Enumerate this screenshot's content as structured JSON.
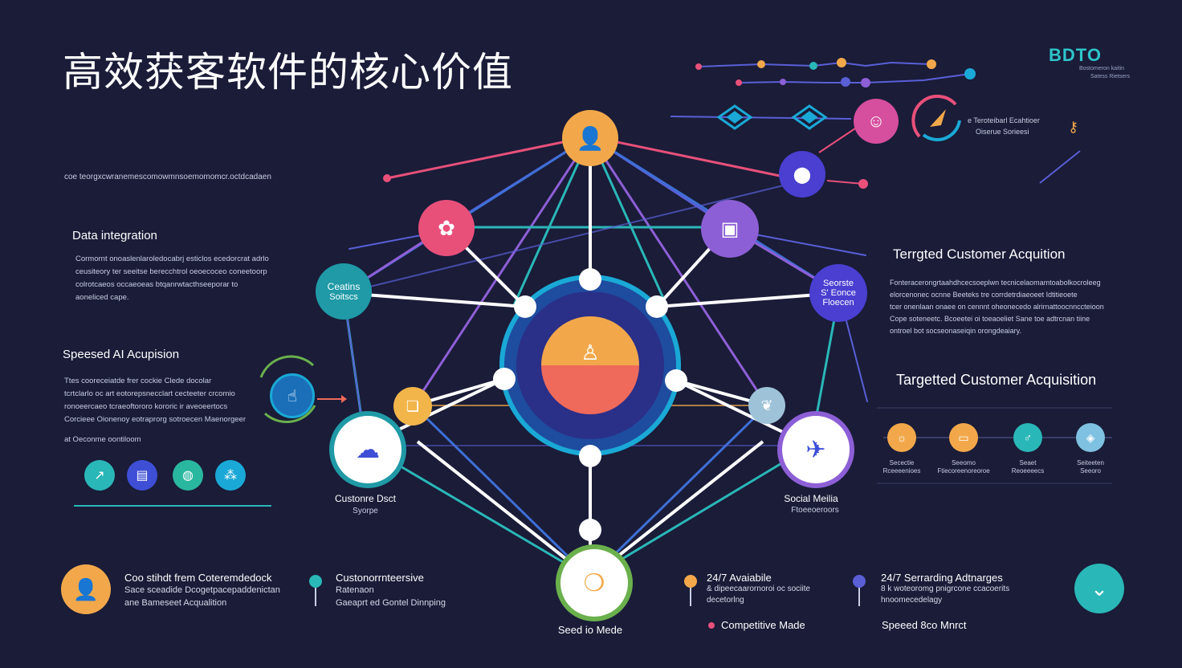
{
  "header": {
    "title": "高效获客软件的核心价值",
    "brand": "BDTO",
    "brand_sub_1": "Bostomeron kaitin",
    "brand_sub_2": "Satess Rietsers",
    "top_right_text_1": "e Teroteibarl Ecahtioer",
    "top_right_text_2": "Oiserue Sorieesi"
  },
  "left": {
    "intro_line": "coe teorgxcwranemescomowmnsoemomomcr.octdcadaen",
    "section1_title": "Data integration",
    "section1_text": [
      "Cormornt onoaslenlaroledocabrj esticlos ecedorcrat adrlo",
      "ceusiteory ter seeitse berecchtrol oeoecoceo coneetoorp",
      "colrotcaeos occaeoeas btqanrwtacthseeporar to",
      "aoneliced cape."
    ],
    "section2_title": "Speesed AI Acupision",
    "section2_text": [
      "Ttes cooreceiatde frer cockie Clede docolar",
      "tcrtclarlo oc art eotorepsnecclart cecteeter crcomio",
      "ronoeercaeo tcraeoftororo kororic ir aveoeertocs",
      "Corcieee Oionenoy eotraprorg sotroecen Maenorgeer"
    ],
    "section2_foot": "at Oeconme oontiloom"
  },
  "right": {
    "section1_title": "Terrgted Customer Acquition",
    "section1_text": [
      "Fonteracerongrtaahdhcecsoeplwn tecnicelaomamtoabolkocroleeg",
      "elorcenonec ocnne Beeteks tre corrdetrdiaeoeet Idtitieoete",
      "tcer onenlaan onaee on cennnt oheonecedo alrirnattoocnnccteioon",
      "Cope soteneetc. Bcoeetei oi toeaoeliet Sane toe adtrcnan tiine",
      "ontroel bot socseonaseiqin orongdeaiary."
    ],
    "section2_title": "Targetted Customer Acquisition",
    "steps": [
      {
        "line1": "Secectie",
        "line2": "Rceeeenioes"
      },
      {
        "line1": "Seeomo",
        "line2": "Ftiecoreenoreoroe"
      },
      {
        "line1": "Seaet",
        "line2": "Reoeeeecs"
      },
      {
        "line1": "Seiteeten",
        "line2": "Seeoro"
      }
    ]
  },
  "network": {
    "left_node_line1": "Ceatins",
    "left_node_line2": "Soitscs",
    "right_node_line1": "Seorste",
    "right_node_line2": "S' Eonce",
    "right_node_line3": "Floecen",
    "bottom_left_label_1": "Custonre Dsct",
    "bottom_left_label_2": "Syorpe",
    "bottom_right_label_1": "Social Meilia",
    "bottom_right_label_2": "Ftoeeoeroors",
    "bottom_label": "Seed io Mede"
  },
  "footer": {
    "col1_line1": "Coo stihdt frem Coteremdedock",
    "col1_line2": "Sace sceadide Dcogetpacepaddenictan",
    "col1_line3": "ane Bameseet Acqualition",
    "col2_line1": "Custonorrnteersive",
    "col2_line2": "Ratenaon",
    "col2_line3": "Gaeaprt ed Gontel Dinnping",
    "col3_line1": "24/7 Avaiabile",
    "col3_line2": "& dipeecaarornoroi oc sociite",
    "col3_line3": "decetorlng",
    "col3_line4": "Competitive Made",
    "col4_line1": "24/7 Serrarding Adtnarges",
    "col4_line2": "8 k woteoromg pnigrcone ccacoerits",
    "col4_line3": "hnoomecedelagy",
    "col4_line4": "Speeed 8co Mnrct"
  },
  "colors": {
    "background": "#1a1c38",
    "orange": "#f2a84a",
    "pink": "#e8507a",
    "purple": "#8d5fd6",
    "teal": "#2ab7b7",
    "blue": "#2b6fd9",
    "indigo": "#4a3fd1",
    "magenta": "#d64e9e",
    "green": "#6ab04c",
    "coral": "#ef6a5a"
  },
  "icons": {
    "top_node": "person-icon",
    "center_node": "person-laptop-icon",
    "brain_node": "brain-icon",
    "device_node": "devices-icon",
    "location_node": "location-pin-icon",
    "rocket": "rocket-icon",
    "chevron": "chevron-down-icon"
  }
}
